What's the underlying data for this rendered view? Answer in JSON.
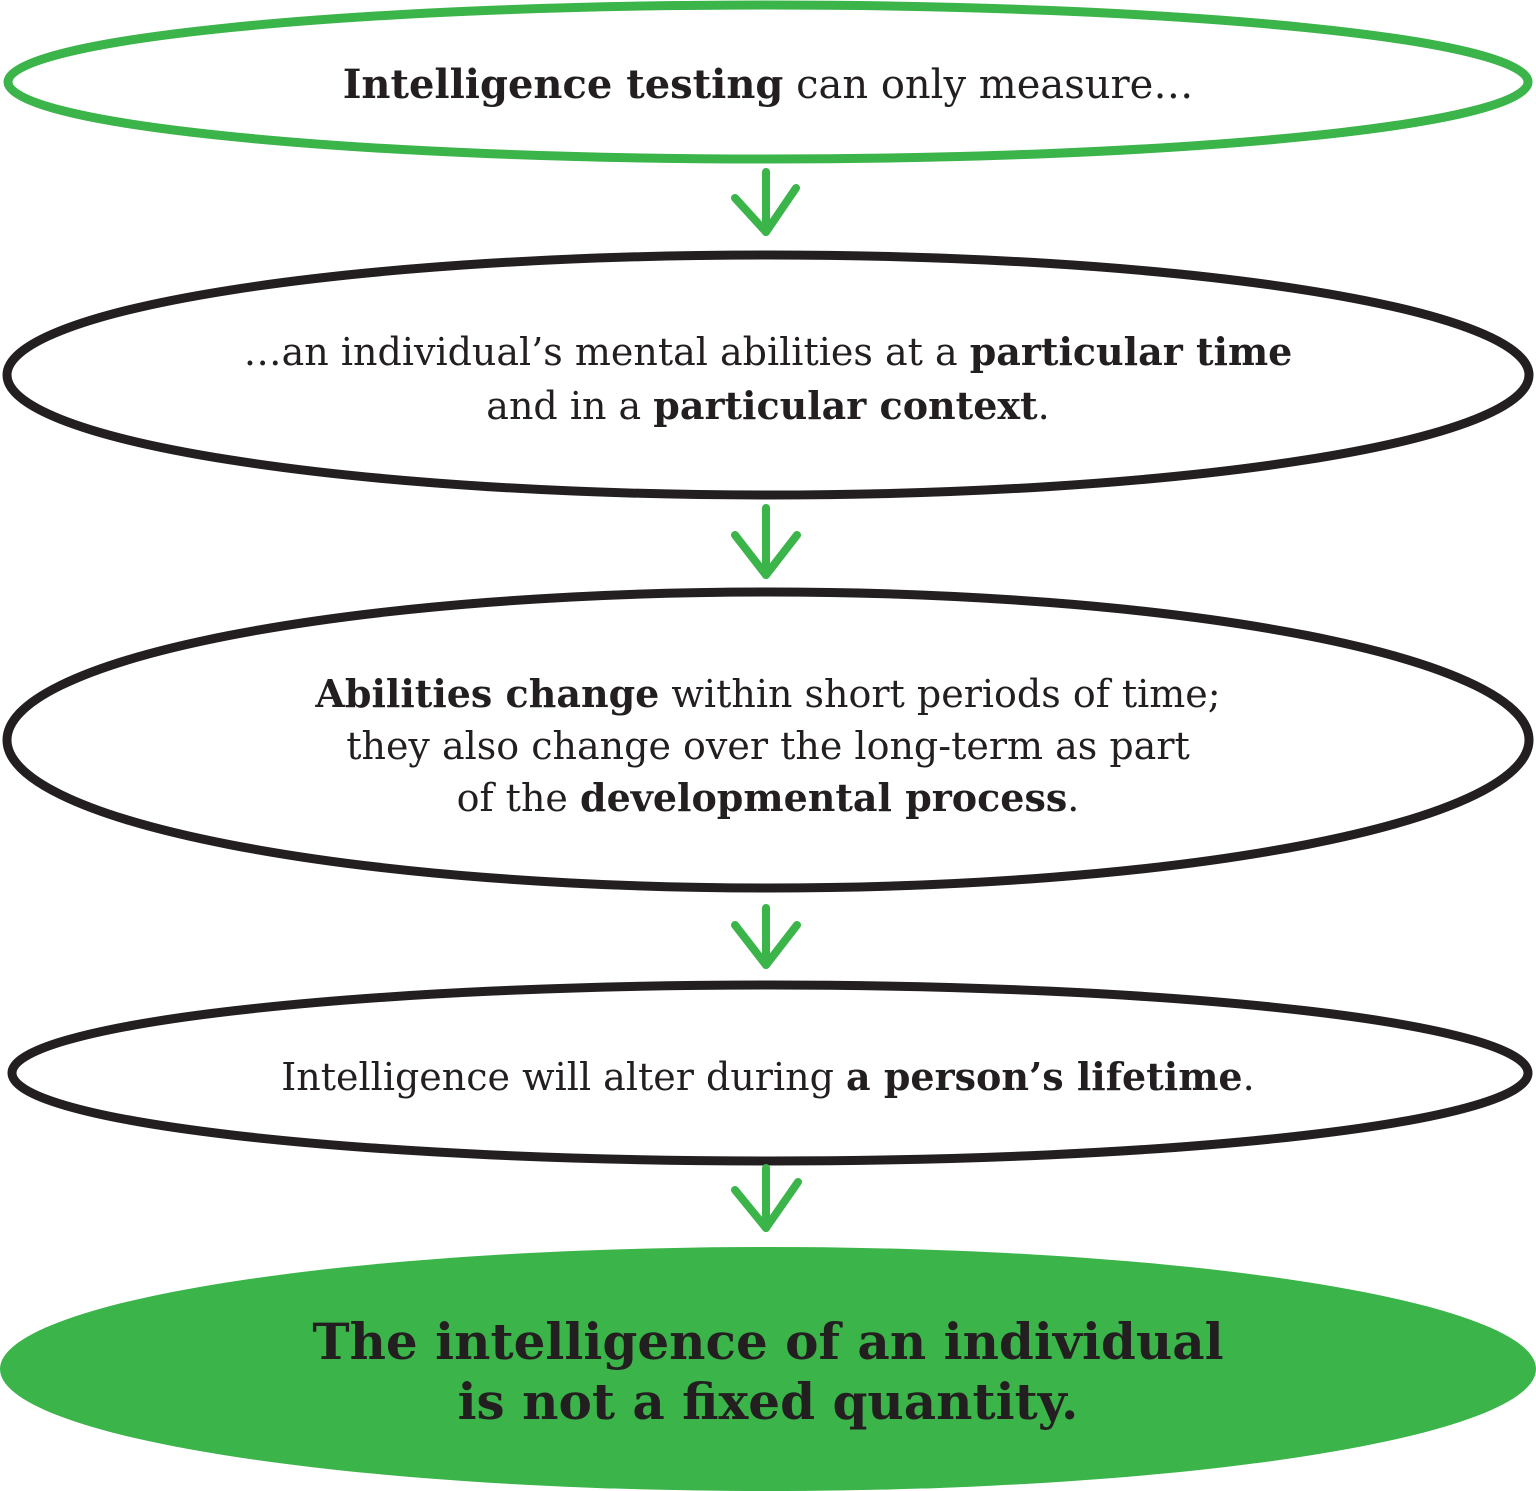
{
  "colors": {
    "accent_green": "#3bb44a",
    "outline_black": "#231f20",
    "text": "#231f20"
  },
  "nodes": [
    {
      "lines": [
        {
          "b1": "Intelligence testing",
          "t1": " can only measure…"
        }
      ]
    },
    {
      "lines": [
        {
          "t1": "…an individual’s mental abilities at a ",
          "b1": "particular time"
        },
        {
          "t1": "and in a ",
          "b1": "particular context",
          "t2": "."
        }
      ]
    },
    {
      "lines": [
        {
          "b1": "Abilities change",
          "t1": " within short periods of time;"
        },
        {
          "t1": "they also change over the long-term as part"
        },
        {
          "t1": "of the ",
          "b1": "developmental process",
          "t2": "."
        }
      ]
    },
    {
      "lines": [
        {
          "t1": "Intelligence will alter during ",
          "b1": "a person’s lifetime",
          "t2": "."
        }
      ]
    },
    {
      "lines": [
        {
          "t1": "The intelligence of an individual"
        },
        {
          "t1": "is not a fixed quantity."
        }
      ]
    }
  ]
}
